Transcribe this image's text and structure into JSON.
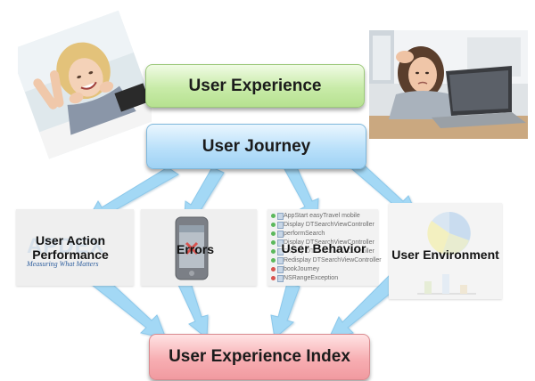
{
  "boxes": {
    "top": "User Experience",
    "journey": "User Journey",
    "bottom": "User Experience Index"
  },
  "panels": {
    "performance": {
      "label_line1": "User Action",
      "label_line2": "Performance",
      "logo_tagline": "Measuring What Matters"
    },
    "errors": {
      "label": "Errors"
    },
    "behavior": {
      "label": "User Behavior",
      "rows": [
        "AppStart easyTravel mobile",
        "Display DTSearchViewController",
        "performSearch",
        "Display DTSearchViewController",
        "Display DTSearchViewController",
        "Redisplay DTSearchViewController",
        "bookJourney",
        "NSRangeException"
      ],
      "row_status": [
        "ok",
        "ok",
        "ok",
        "ok",
        "ok",
        "ok",
        "error",
        "error"
      ]
    },
    "environment": {
      "label": "User Environment"
    }
  },
  "colors": {
    "green_box": "#c8eba8",
    "blue_box": "#b9e0fa",
    "red_box": "#f7aeb2",
    "arrow": "#9fd6f5",
    "ok_dot": "#5cb85c",
    "error_dot": "#d9534f"
  }
}
